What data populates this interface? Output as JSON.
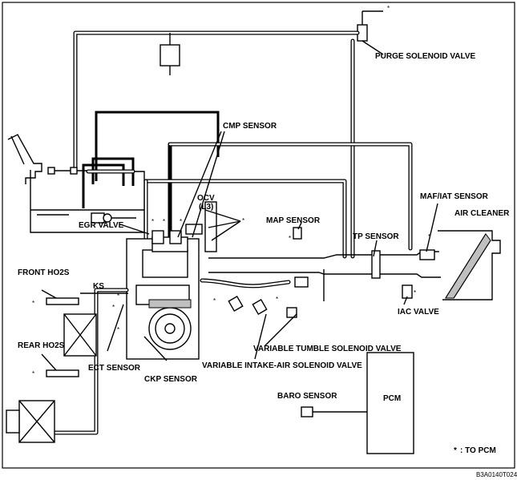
{
  "labels": {
    "purge_solenoid_valve": "PURGE SOLENOID VALVE",
    "cmp_sensor": "CMP SENSOR",
    "ocv": "OCV",
    "ocv_sub": "(L3)",
    "map_sensor": "MAP SENSOR",
    "tp_sensor": "TP SENSOR",
    "maf_iat_sensor": "MAF/IAT SENSOR",
    "air_cleaner": "AIR CLEANER",
    "egr_valve": "EGR VALVE",
    "front_ho2s": "FRONT HO2S",
    "ks": "KS",
    "rear_ho2s": "REAR HO2S",
    "ect_sensor": "ECT SENSOR",
    "ckp_sensor": "CKP SENSOR",
    "variable_tumble_solenoid_valve": "VARIABLE TUMBLE SOLENOID VALVE",
    "variable_intake_air_solenoid_valve": "VARIABLE INTAKE-AIR SOLENOID VALVE",
    "iac_valve": "IAC VALVE",
    "baro_sensor": "BARO SENSOR",
    "pcm": "PCM"
  },
  "legend": {
    "marker": "*",
    "text": ": TO PCM"
  },
  "asterisk": "*",
  "figure_code": "B3A0140T024"
}
